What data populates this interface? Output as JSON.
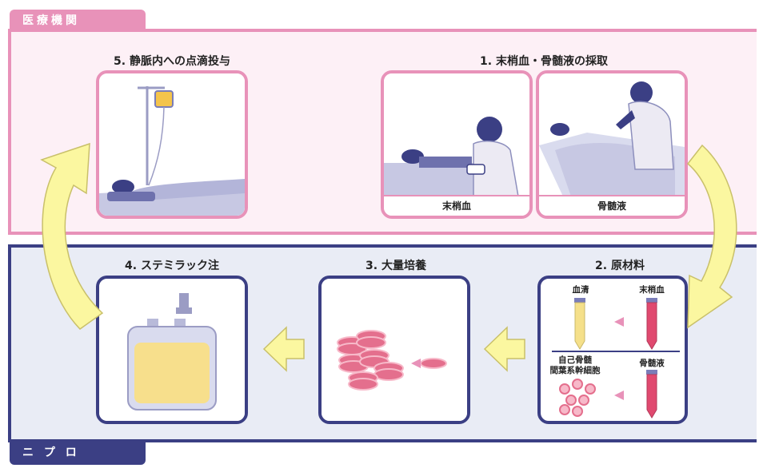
{
  "sections": {
    "medical_institution": "医療機関",
    "nipro": "ニ プ ロ"
  },
  "steps": {
    "s1": "1. 末梢血・骨髄液の採取",
    "s2": "2. 原材料",
    "s3": "3. 大量培養",
    "s4": "4. ステミラック注",
    "s5": "5. 静脈内への点滴投与"
  },
  "captions": {
    "peripheral_blood": "末梢血",
    "bone_marrow": "骨髄液"
  },
  "materials": {
    "serum": "血清",
    "peripheral_blood": "末梢血",
    "msc_line1": "自己骨髄",
    "msc_line2": "間葉系幹細胞",
    "bone_marrow": "骨髄液"
  },
  "colors": {
    "pink": "#e892b9",
    "navy": "#3b3f84",
    "arrow_yellow": "#fbf7a0",
    "dish": "#e46f8d"
  }
}
